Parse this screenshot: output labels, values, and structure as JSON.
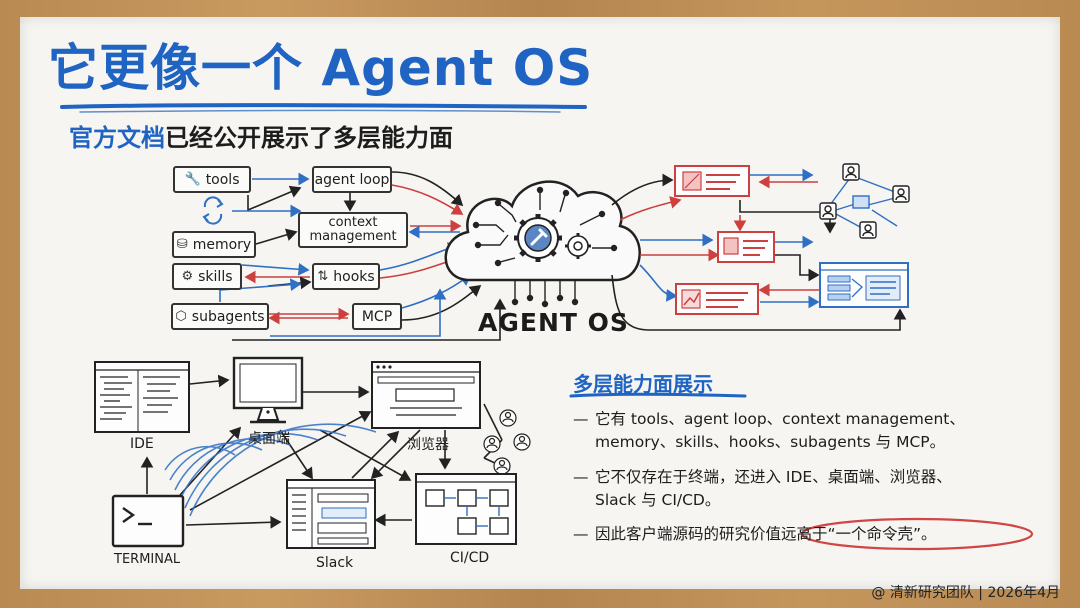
{
  "title": "它更像一个 Agent OS",
  "subtitle": {
    "highlight": "官方文档",
    "rest": "已经公开展示了多层能力面"
  },
  "diagram": {
    "boxes": {
      "tools": "tools",
      "agent_loop": "agent loop",
      "context_line1": "context",
      "context_line2": "management",
      "memory": "memory",
      "skills": "skills",
      "hooks": "hooks",
      "subagents": "subagents",
      "mcp": "MCP"
    },
    "center_label": "AGENT OS",
    "icons": {
      "tools": "wrench-icon",
      "memory": "database-icon",
      "skills": "gear-icon",
      "hooks": "up-down-arrows-icon",
      "subagents": "cube-icon",
      "cycle": "refresh-icon",
      "center": "cloud-gear-icon"
    }
  },
  "platforms": {
    "ide": "IDE",
    "desktop": "桌面端",
    "browser": "浏览器",
    "terminal": "TERMINAL",
    "slack": "Slack",
    "cicd": "CI/CD"
  },
  "capability_section": {
    "heading": "多层能力面展示",
    "bullets": [
      {
        "line1": "它有 tools、agent loop、context management、",
        "line2": "memory、skills、hooks、subagents 与 MCP。"
      },
      {
        "line1": "它不仅存在于终端，还进入 IDE、桌面端、浏览器、",
        "line2": "Slack 与 CI/CD。"
      },
      {
        "line1": "因此客户端源码的研究价值远高于“一个命令壳”。"
      }
    ]
  },
  "footer": "@ 清新研究团队 | 2026年4月",
  "colors": {
    "accent_blue": "#1f63c3",
    "accent_red": "#d04545",
    "frame_wood": "#c4955c",
    "board": "#f6f5f1"
  }
}
